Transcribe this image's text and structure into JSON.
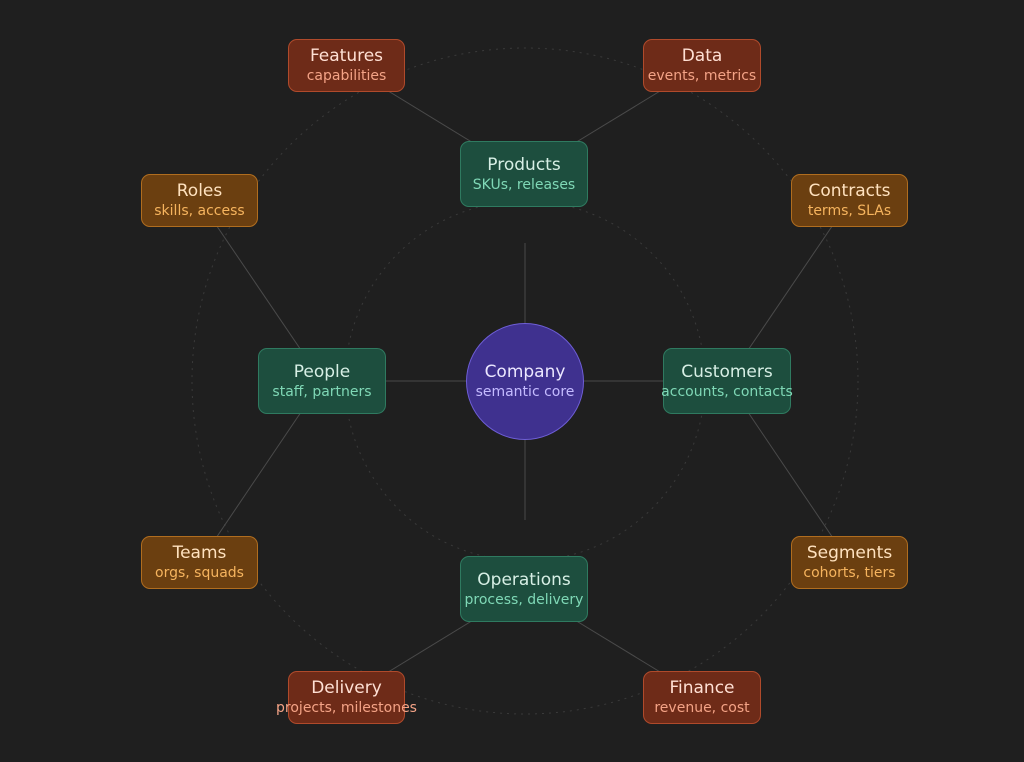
{
  "core": {
    "title": "Company",
    "subtitle": "semantic core"
  },
  "inner": [
    {
      "id": "products",
      "title": "Products",
      "subtitle": "SKUs, releases"
    },
    {
      "id": "people",
      "title": "People",
      "subtitle": "staff, partners"
    },
    {
      "id": "customers",
      "title": "Customers",
      "subtitle": "accounts, contacts"
    },
    {
      "id": "operations",
      "title": "Operations",
      "subtitle": "process, delivery"
    }
  ],
  "outer": [
    {
      "id": "features",
      "title": "Features",
      "subtitle": "capabilities",
      "parent": "products",
      "tone": "rust"
    },
    {
      "id": "data",
      "title": "Data",
      "subtitle": "events, metrics",
      "parent": "products",
      "tone": "rust"
    },
    {
      "id": "roles",
      "title": "Roles",
      "subtitle": "skills, access",
      "parent": "people",
      "tone": "amber"
    },
    {
      "id": "teams",
      "title": "Teams",
      "subtitle": "orgs, squads",
      "parent": "people",
      "tone": "amber"
    },
    {
      "id": "contracts",
      "title": "Contracts",
      "subtitle": "terms, SLAs",
      "parent": "customers",
      "tone": "amber"
    },
    {
      "id": "segments",
      "title": "Segments",
      "subtitle": "cohorts, tiers",
      "parent": "customers",
      "tone": "amber"
    },
    {
      "id": "delivery",
      "title": "Delivery",
      "subtitle": "projects, milestones",
      "parent": "operations",
      "tone": "rust"
    },
    {
      "id": "finance",
      "title": "Finance",
      "subtitle": "revenue, cost",
      "parent": "operations",
      "tone": "rust"
    }
  ],
  "colors": {
    "background": "#1f1f1f",
    "core": "#3f318f",
    "inner": "#1d4e3e",
    "amber": "#6b3f10",
    "rust": "#6e2b18",
    "connector": "#4a4a4a",
    "ring": "#3a3a3a"
  }
}
